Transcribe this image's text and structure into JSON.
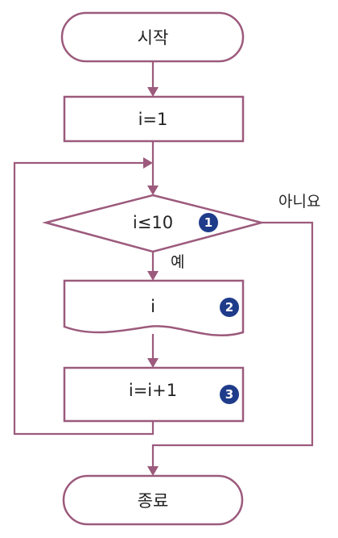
{
  "nodes": {
    "start": {
      "label": "시작"
    },
    "init": {
      "label": "i=1"
    },
    "condition": {
      "label": "i≤10",
      "badge": "1"
    },
    "output": {
      "label": "i",
      "badge": "2"
    },
    "increment": {
      "label": "i=i+1",
      "badge": "3"
    },
    "end": {
      "label": "종료"
    }
  },
  "edges": {
    "yes_label": "예",
    "no_label": "아니요"
  },
  "colors": {
    "stroke": "#9c5a7c",
    "badge": "#1f3c8a"
  }
}
